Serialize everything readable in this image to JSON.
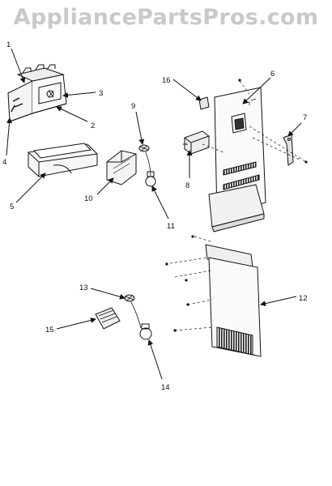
{
  "watermark": "AppliancePartsPros.com",
  "callouts": [
    {
      "id": "1",
      "text": "1"
    },
    {
      "id": "2",
      "text": "2"
    },
    {
      "id": "3",
      "text": "3"
    },
    {
      "id": "4",
      "text": "4"
    },
    {
      "id": "5",
      "text": "5"
    },
    {
      "id": "6",
      "text": "6"
    },
    {
      "id": "7",
      "text": "7"
    },
    {
      "id": "8",
      "text": "8"
    },
    {
      "id": "9",
      "text": "9"
    },
    {
      "id": "10",
      "text": "10"
    },
    {
      "id": "11",
      "text": "11"
    },
    {
      "id": "12",
      "text": "12"
    },
    {
      "id": "13",
      "text": "13"
    },
    {
      "id": "14",
      "text": "14"
    },
    {
      "id": "15",
      "text": "15"
    },
    {
      "id": "16",
      "text": "16"
    }
  ],
  "colors": {
    "line": "#111111",
    "watermark": "#c9c9c9",
    "fill": "#f4f4f4"
  }
}
